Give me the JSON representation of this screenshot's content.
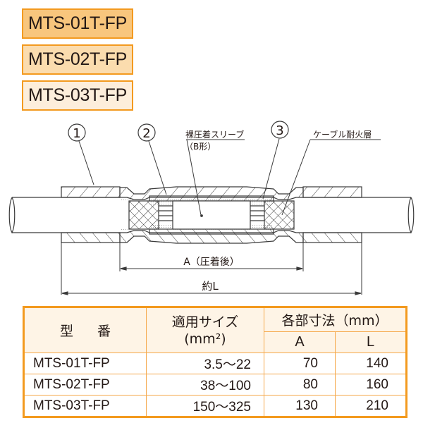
{
  "model_boxes": [
    {
      "label": "MTS-01T-FP",
      "fill": "#f8c67d"
    },
    {
      "label": "MTS-02T-FP",
      "fill": "#fbdcae"
    },
    {
      "label": "MTS-03T-FP",
      "fill": "#fdeedb"
    }
  ],
  "diagram": {
    "callouts": [
      {
        "number": "1"
      },
      {
        "number": "2"
      },
      {
        "number": "3"
      }
    ],
    "label_sleeve_line1": "裸圧着スリーブ",
    "label_sleeve_line2": "（B形）",
    "label_fire_layer": "ケーブル耐火層",
    "dim_a": "A（圧着後）",
    "dim_l": "約L"
  },
  "table": {
    "header": {
      "model": "型 番",
      "size_line1": "適用サイズ",
      "size_line2": "(mm²)",
      "dimensions": "各部寸法（mm）",
      "col_a": "A",
      "col_l": "L"
    },
    "rows": [
      {
        "model": "MTS-01T-FP",
        "size": "3.5〜22",
        "a": "70",
        "l": "140"
      },
      {
        "model": "MTS-02T-FP",
        "size": "38〜100",
        "a": "80",
        "l": "160"
      },
      {
        "model": "MTS-03T-FP",
        "size": "150〜325",
        "a": "130",
        "l": "210"
      }
    ]
  },
  "colors": {
    "accent_border": "#f39a1f",
    "table_header_bg": "#fef4e6",
    "line": "#3a3a3a"
  }
}
